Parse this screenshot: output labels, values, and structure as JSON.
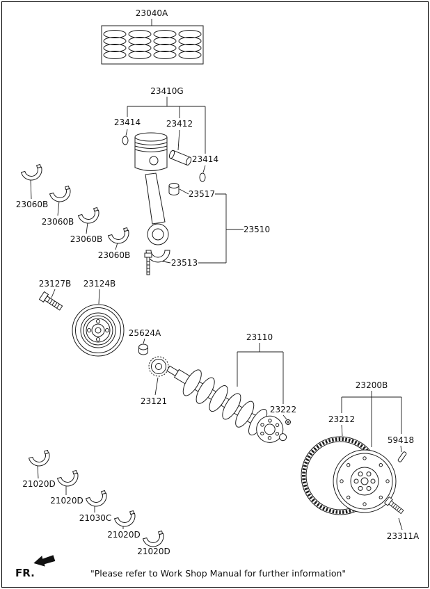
{
  "diagram": {
    "ring_set": "23040A",
    "piston_kit": {
      "kit": "23410G",
      "snap_ring_left": "23414",
      "piston_pin": "23412",
      "snap_ring_right": "23414"
    },
    "conrod": {
      "bushing": "23517",
      "rod_assembly": "23510",
      "bolt": "23513"
    },
    "rod_bearings": [
      "23060B",
      "23060B",
      "23060B",
      "23060B"
    ],
    "damper": {
      "bolt": "23127B",
      "pulley": "23124B"
    },
    "crankshaft_group": {
      "friction_wheel": "25624A",
      "sprocket": "23121",
      "crankshaft": "23110",
      "pilot_pin": "23222"
    },
    "flywheel_group": {
      "assembly": "23200B",
      "ring_gear": "23212",
      "dowel_pin": "59418",
      "bolt": "23311A"
    },
    "main_bearings": [
      "21020D",
      "21020D",
      "21030C",
      "21020D",
      "21020D"
    ]
  },
  "footer": {
    "direction_label": "FR.",
    "note": "\"Please refer to Work Shop Manual for further information\""
  }
}
